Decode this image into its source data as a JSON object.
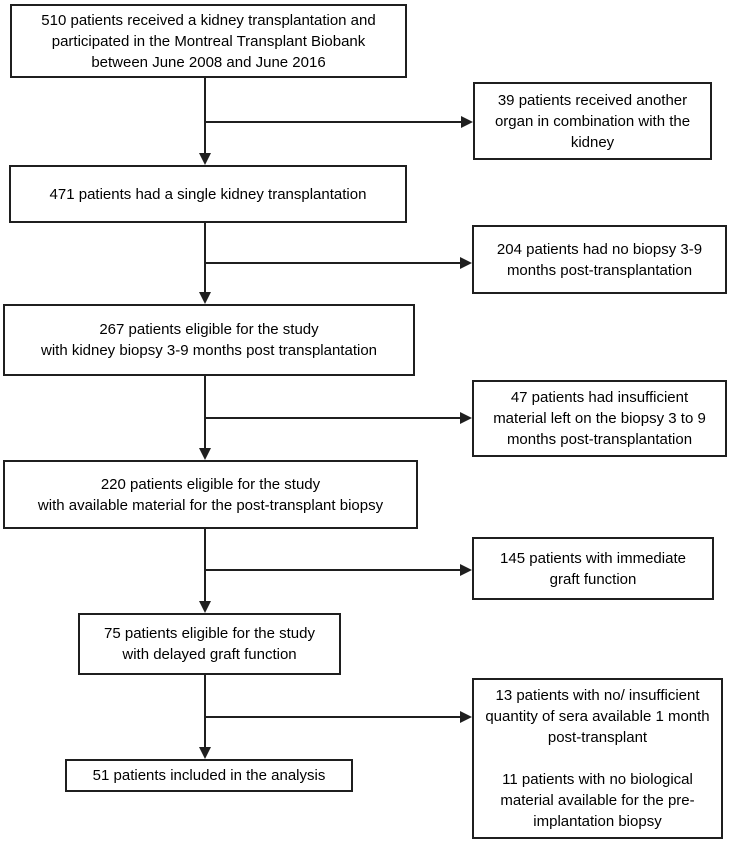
{
  "figure": {
    "type": "flowchart",
    "colors": {
      "border": "#1f1f1f",
      "line": "#1f1f1f",
      "text": "#000000",
      "background": "#ffffff"
    },
    "main_boxes": [
      {
        "name": "transplant-cohort",
        "text": "510 patients received a kidney transplantation and\nparticipated in the Montreal Transplant Biobank\nbetween June 2008 and June 2016"
      },
      {
        "name": "single-kidney",
        "text": "471 patients had a single kidney transplantation"
      },
      {
        "name": "eligible-with-biopsy",
        "text": "267 patients eligible for the study\nwith kidney biopsy 3-9 months post transplantation"
      },
      {
        "name": "available-material",
        "text": "220 patients eligible for the study\nwith available material for the post-transplant biopsy"
      },
      {
        "name": "delayed-graft-function",
        "text": "75 patients eligible for the study\nwith delayed graft function"
      },
      {
        "name": "included-in-analysis",
        "text": "51 patients included in the analysis"
      }
    ],
    "exclusion_boxes": [
      {
        "name": "other-organ",
        "text": "39 patients received another\norgan in combination with the\nkidney"
      },
      {
        "name": "no-biopsy",
        "text": "204 patients had no biopsy 3-9\nmonths post-transplantation"
      },
      {
        "name": "insufficient-material",
        "text": "47 patients had insufficient\nmaterial left on the biopsy 3 to 9\nmonths post-transplantation"
      },
      {
        "name": "immediate-graft-function",
        "text": "145 patients with immediate\ngraft function"
      },
      {
        "name": "no-sera-no-biological",
        "text": "13 patients with no/ insufficient\nquantity of sera available 1 month\npost-transplant\n\n11 patients with no biological\nmaterial available for the pre-\nimplantation biopsy"
      }
    ]
  }
}
